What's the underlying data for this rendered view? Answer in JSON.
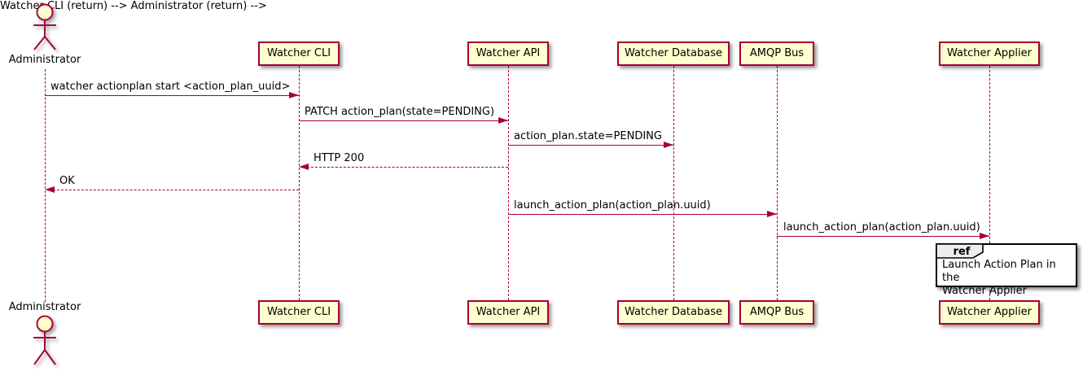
{
  "diagram": {
    "type": "uml-sequence",
    "actor": {
      "name": "Administrator"
    },
    "participants": [
      {
        "label": "Watcher CLI"
      },
      {
        "label": "Watcher API"
      },
      {
        "label": "Watcher Database"
      },
      {
        "label": "AMQP Bus"
      },
      {
        "label": "Watcher Applier"
      }
    ],
    "messages": [
      {
        "from": "Administrator",
        "to": "Watcher CLI",
        "style": "solid",
        "label": "watcher actionplan start <action_plan_uuid>"
      },
      {
        "from": "Watcher CLI",
        "to": "Watcher API",
        "style": "solid",
        "label": "PATCH action_plan(state=PENDING)"
      },
      {
        "from": "Watcher API",
        "to": "Watcher Database",
        "style": "solid",
        "label": "action_plan.state=PENDING"
      },
      {
        "from": "Watcher API",
        "to": "Watcher CLI",
        "style": "dashed",
        "label": "HTTP 200"
      },
      {
        "from": "Watcher CLI",
        "to": "Administrator",
        "style": "dashed",
        "label": "OK"
      },
      {
        "from": "Watcher API",
        "to": "AMQP Bus",
        "style": "solid",
        "label": "launch_action_plan(action_plan.uuid)"
      },
      {
        "from": "AMQP Bus",
        "to": "Watcher Applier",
        "style": "solid",
        "label": "launch_action_plan(action_plan.uuid)"
      }
    ],
    "ref": {
      "keyword": "ref",
      "lines": [
        "Launch Action Plan in the",
        "Watcher Applier"
      ]
    },
    "colors": {
      "stroke": "#A80036",
      "participant_fill": "#FEFECE",
      "ref_header_fill": "#EEEEEE",
      "text": "#000000",
      "background": "#FFFFFF"
    }
  }
}
